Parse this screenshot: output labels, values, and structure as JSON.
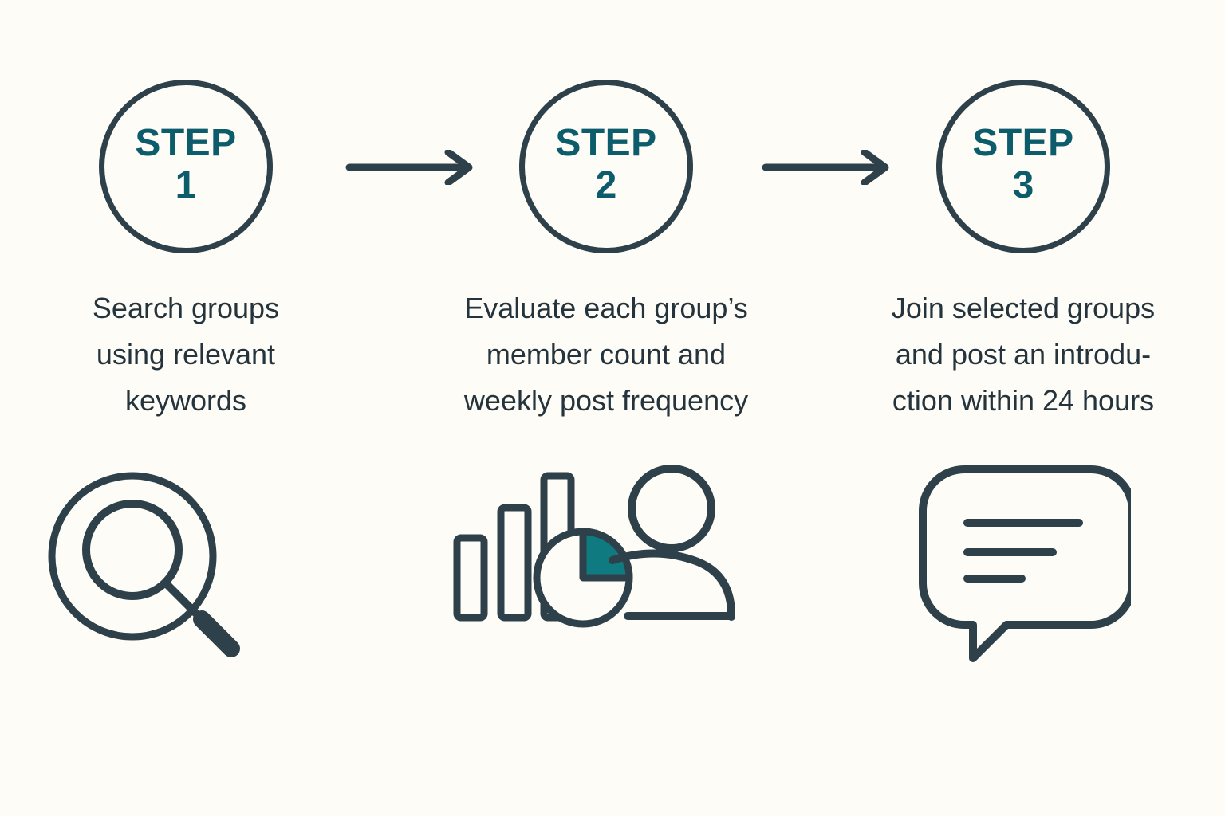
{
  "theme": {
    "background": "#fdfcf6",
    "ink": "#2e4049",
    "text": "#24333c",
    "accent_teal": "#0d5c6c",
    "pie_teal": "#0f7b80"
  },
  "diagram": {
    "type": "process-flow",
    "orientation": "horizontal",
    "step_count": 3,
    "connector": "arrow-right"
  },
  "steps": [
    {
      "badge_word": "STEP",
      "badge_number": "1",
      "caption": "Search groups\nusing relevant\nkeywords",
      "icon_name": "magnifying-glass-icon",
      "icon_label": "search"
    },
    {
      "badge_word": "STEP",
      "badge_number": "2",
      "caption": "Evaluate each group’s\nmember count and\nweekly post frequency",
      "icon_name": "bar-chart-pie-person-icon",
      "icon_label": "analytics-audience"
    },
    {
      "badge_word": "STEP",
      "badge_number": "3",
      "caption": "Join selected groups\nand post an introdu-\nction within 24 hours",
      "icon_name": "speech-bubble-icon",
      "icon_label": "post-message"
    }
  ],
  "connectors": [
    {
      "name": "arrow-step1-to-step2",
      "direction": "right"
    },
    {
      "name": "arrow-step2-to-step3",
      "direction": "right"
    }
  ]
}
